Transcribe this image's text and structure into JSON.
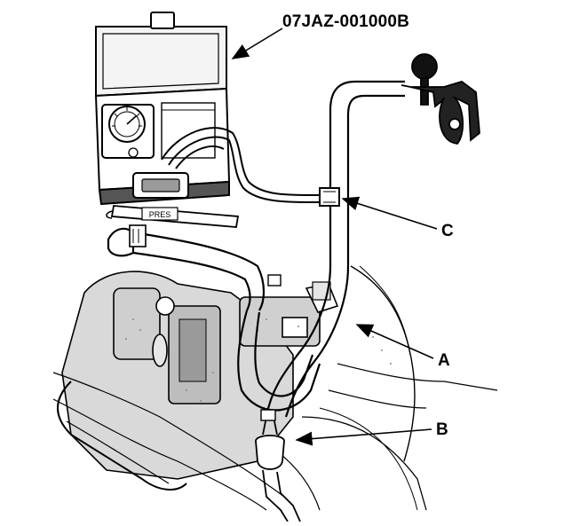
{
  "callouts": {
    "part_number": "07JAZ-001000B",
    "label_c": "C",
    "label_a": "A",
    "label_b": "B"
  },
  "tester": {
    "hose_tag": "PRES"
  },
  "colors": {
    "line": "#000000",
    "background": "#ffffff",
    "shade": "#d8d8d8"
  }
}
